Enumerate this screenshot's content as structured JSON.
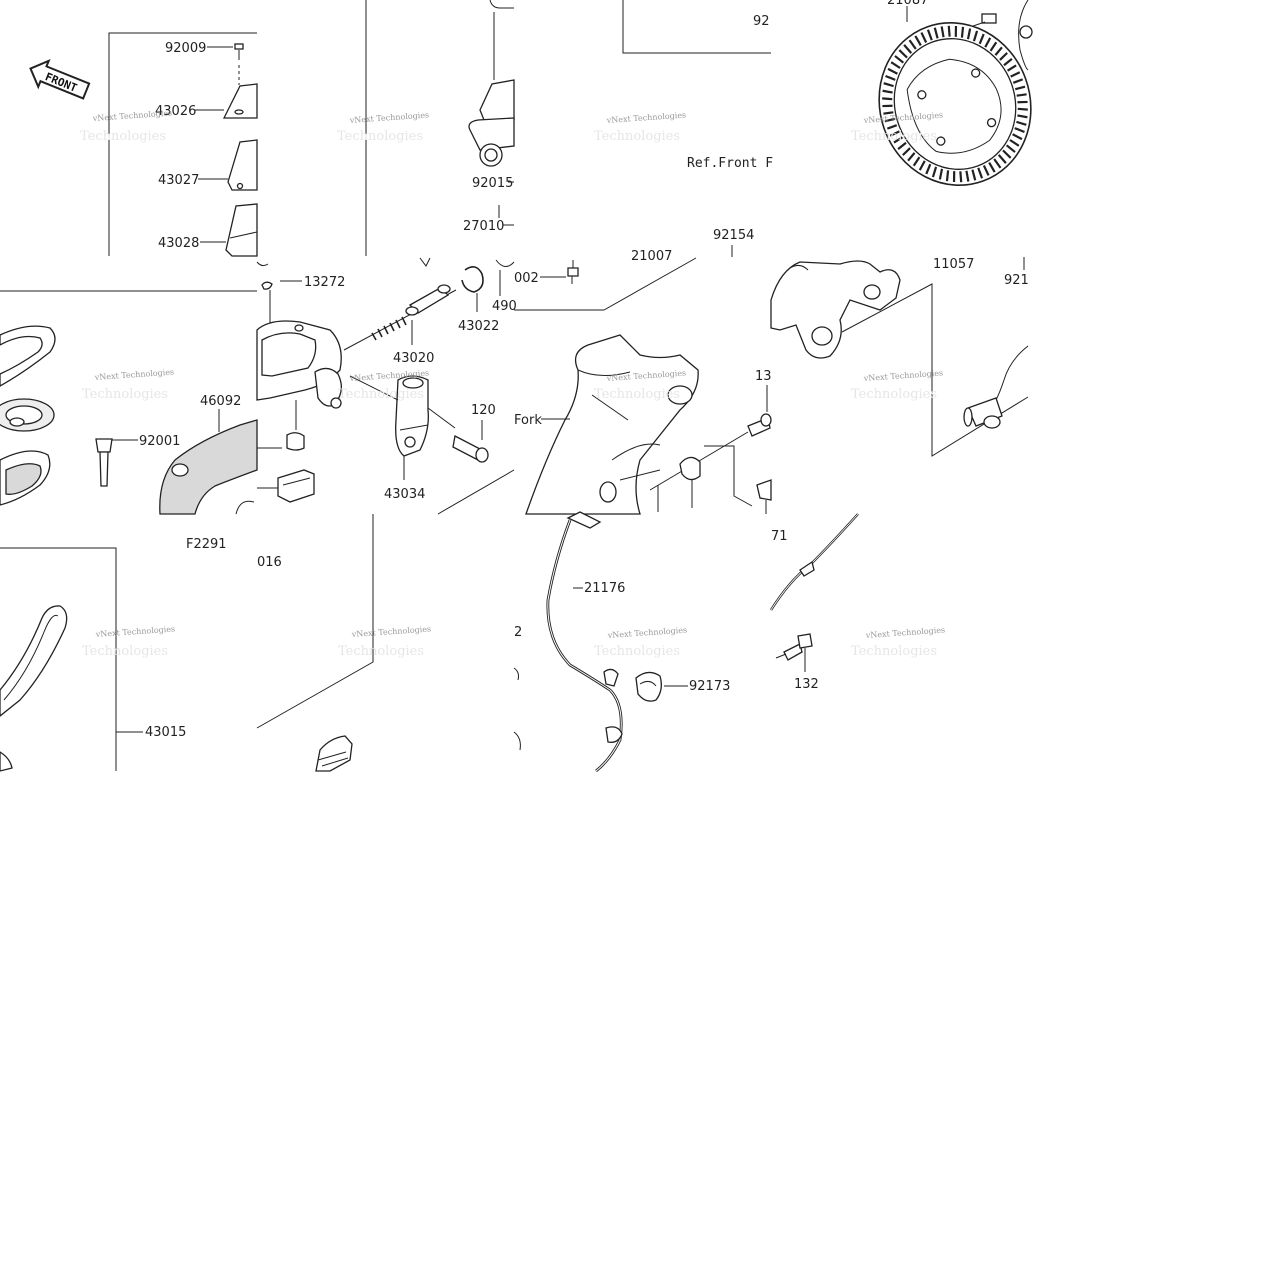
{
  "watermark": "vNext Technologies",
  "front_badge": "FRONT",
  "reference": {
    "front_fork": "Ref.Front F",
    "fork": "Fork"
  },
  "diagram_code": "F2291",
  "tile_cut_text": {
    "t92": "92",
    "t21087": "21087",
    "t21007": "21007",
    "t002": "002",
    "t490": "490",
    "t13x": "13",
    "t92x": "921",
    "t120": "120",
    "t016": "016",
    "t71": "71",
    "t2": "2"
  },
  "parts": {
    "p92009": "92009",
    "p43026": "43026",
    "p43027": "43027",
    "p43028": "43028",
    "p92015": "92015",
    "p27010": "27010",
    "p13272": "13272",
    "p43022": "43022",
    "p43020": "43020",
    "p46092": "46092",
    "p92001": "92001",
    "p43034": "43034",
    "p92154": "92154",
    "p11057": "11057",
    "p21176": "21176",
    "p92173": "92173",
    "p132": "132",
    "p43015": "43015"
  },
  "watermark_positions_note": ""
}
